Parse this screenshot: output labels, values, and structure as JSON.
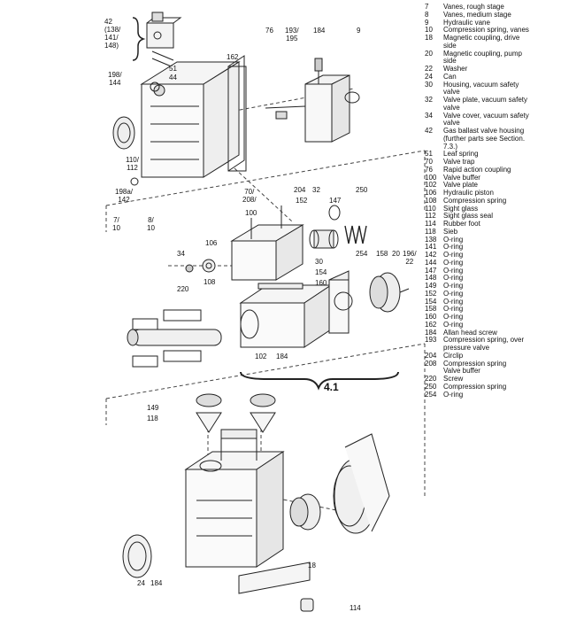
{
  "section_label": "4.1",
  "callouts": [
    {
      "id": "c42",
      "text": "42\n(138/\n141/\n148)"
    },
    {
      "id": "c76",
      "text": "76"
    },
    {
      "id": "c193",
      "text": "193/\n195"
    },
    {
      "id": "c184a",
      "text": "184"
    },
    {
      "id": "c9",
      "text": "9"
    },
    {
      "id": "c51",
      "text": "51"
    },
    {
      "id": "c44",
      "text": "44"
    },
    {
      "id": "c162",
      "text": "162"
    },
    {
      "id": "c198",
      "text": "198/\n144"
    },
    {
      "id": "c110",
      "text": "110/\n112"
    },
    {
      "id": "c198b",
      "text": "198a/\n142"
    },
    {
      "id": "c70",
      "text": "70/\n208/"
    },
    {
      "id": "c204",
      "text": "204"
    },
    {
      "id": "c32",
      "text": "32"
    },
    {
      "id": "c250",
      "text": "250"
    },
    {
      "id": "c100",
      "text": "100"
    },
    {
      "id": "c152",
      "text": "152"
    },
    {
      "id": "c147",
      "text": "147"
    },
    {
      "id": "c7",
      "text": "7/\n10"
    },
    {
      "id": "c8",
      "text": "8/\n10"
    },
    {
      "id": "c106",
      "text": "106"
    },
    {
      "id": "c34",
      "text": "34"
    },
    {
      "id": "c30",
      "text": "30"
    },
    {
      "id": "c154",
      "text": "154"
    },
    {
      "id": "c160",
      "text": "160"
    },
    {
      "id": "c254",
      "text": "254"
    },
    {
      "id": "c158",
      "text": "158"
    },
    {
      "id": "c20",
      "text": "20"
    },
    {
      "id": "c196",
      "text": "196/\n22"
    },
    {
      "id": "c220",
      "text": "220"
    },
    {
      "id": "c108",
      "text": "108"
    },
    {
      "id": "c102",
      "text": "102"
    },
    {
      "id": "c184b",
      "text": "184"
    },
    {
      "id": "c149",
      "text": "149"
    },
    {
      "id": "c118",
      "text": "118"
    },
    {
      "id": "c18",
      "text": "18"
    },
    {
      "id": "c24",
      "text": "24"
    },
    {
      "id": "c184c",
      "text": "184"
    },
    {
      "id": "c114",
      "text": "114"
    }
  ],
  "legend": [
    {
      "no": "7",
      "text": "Vanes, rough stage"
    },
    {
      "no": "8",
      "text": "Vanes, medium stage"
    },
    {
      "no": "9",
      "text": "Hydraulic vane"
    },
    {
      "no": "10",
      "text": "Compression spring, vanes"
    },
    {
      "no": "18",
      "text": "Magnetic coupling, drive\nside"
    },
    {
      "no": "20",
      "text": "Magnetic coupling, pump\nside"
    },
    {
      "no": "22",
      "text": "Washer"
    },
    {
      "no": "24",
      "text": "Can"
    },
    {
      "no": "30",
      "text": "Housing, vacuum safety\nvalve"
    },
    {
      "no": "32",
      "text": "Valve plate, vacuum safety\nvalve"
    },
    {
      "no": "34",
      "text": "Valve cover, vacuum safety\nvalve"
    },
    {
      "no": "42",
      "text": "Gas ballast valve housing\n(further parts see Section.\n7.3.)"
    },
    {
      "no": "51",
      "text": "Leaf spring"
    },
    {
      "no": "70",
      "text": "Valve trap"
    },
    {
      "no": "76",
      "text": "Rapid action coupling"
    },
    {
      "no": "100",
      "text": "Valve buffer"
    },
    {
      "no": "102",
      "text": "Valve plate"
    },
    {
      "no": "106",
      "text": "Hydraulic piston"
    },
    {
      "no": "108",
      "text": "Compression spring"
    },
    {
      "no": "110",
      "text": "Sight glass"
    },
    {
      "no": "112",
      "text": "Sight glass seal"
    },
    {
      "no": "114",
      "text": "Rubber foot"
    },
    {
      "no": "118",
      "text": "Sieb"
    },
    {
      "no": "138",
      "text": "O-ring"
    },
    {
      "no": "141",
      "text": "O-ring"
    },
    {
      "no": "142",
      "text": "O-ring"
    },
    {
      "no": "144",
      "text": "O-ring"
    },
    {
      "no": "147",
      "text": "O-ring"
    },
    {
      "no": "148",
      "text": "O-ring"
    },
    {
      "no": "149",
      "text": "O-ring"
    },
    {
      "no": "152",
      "text": "O-ring"
    },
    {
      "no": "154",
      "text": "O-ring"
    },
    {
      "no": "158",
      "text": "O-ring"
    },
    {
      "no": "160",
      "text": "O-ring"
    },
    {
      "no": "162",
      "text": "O-ring"
    },
    {
      "no": "184",
      "text": "Allan head screw"
    },
    {
      "no": "193",
      "text": "Compression spring, over\npressure valve"
    },
    {
      "no": "204",
      "text": "Circlip"
    },
    {
      "no": "208",
      "text": "Compression spring\nValve buffer"
    },
    {
      "no": "220",
      "text": "Screw"
    },
    {
      "no": "250",
      "text": "Compression spring"
    },
    {
      "no": "254",
      "text": "O-ring"
    }
  ]
}
